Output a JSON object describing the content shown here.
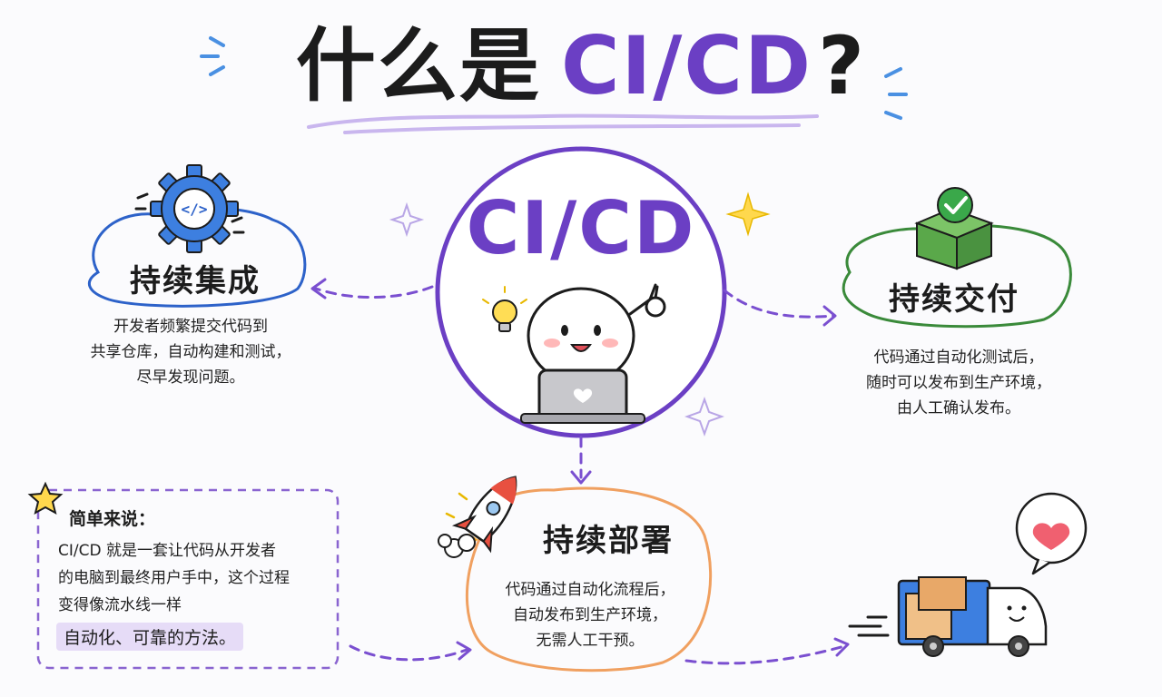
{
  "title": {
    "prefix": "什么是",
    "highlight": "CI/CD",
    "suffix": "?"
  },
  "center": {
    "label": "CI/CD"
  },
  "nodes": {
    "ci": {
      "title": "持续集成",
      "desc": "开发者频繁提交代码到\n共享仓库，自动构建和测试，\n尽早发现问题。"
    },
    "cd_delivery": {
      "title": "持续交付",
      "desc": "代码通过自动化测试后，\n随时可以发布到生产环境，\n由人工确认发布。"
    },
    "cd_deploy": {
      "title": "持续部署",
      "desc": "代码通过自动化流程后，\n自动发布到生产环境，\n无需人工干预。"
    }
  },
  "summary": {
    "title": "简单来说：",
    "body": "CI/CD 就是一套让代码从开发者\n的电脑到最终用户手中，这个过程\n变得像流水线一样",
    "highlight": "自动化、可靠的方法。"
  },
  "icons": {
    "gear": "gear-code-icon",
    "box": "checked-box-icon",
    "rocket": "rocket-icon",
    "truck": "delivery-truck-icon",
    "star": "star-icon",
    "heart": "heart-bubble-icon",
    "bulb": "lightbulb-icon",
    "mascot": "mascot-laptop-icon"
  },
  "colors": {
    "purple": "#6b3fc4",
    "ci_blue": "#2d62c9",
    "delivery_green": "#3a8a3a",
    "deploy_orange": "#f0a060"
  }
}
